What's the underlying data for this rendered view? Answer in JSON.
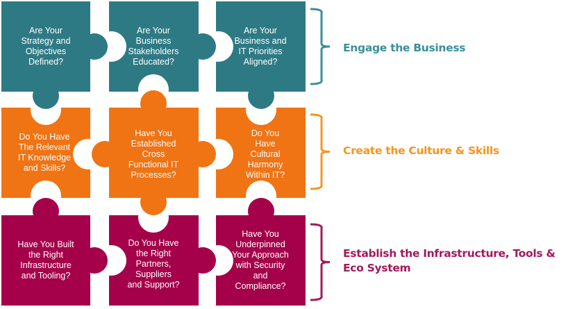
{
  "colors": {
    "engage": "#2e7a84",
    "culture": "#f07314",
    "infra": "#a5004a",
    "engage_label": "#3a8f9a",
    "culture_label": "#f7941d",
    "infra_label": "#a3195b"
  },
  "rows": [
    {
      "group": "engage",
      "label": "Engage the Business",
      "pieces": [
        "Are Your\nStrategy and\nObjectives\nDefined?",
        "Are Your\nBusiness\nStakeholders\nEducated?",
        "Are Your\nBusiness and\nIT Priorities\nAligned?"
      ]
    },
    {
      "group": "culture",
      "label": "Create the Culture & Skills",
      "pieces": [
        "Do You Have\nThe Relevant\nIT Knowledge\nand Skills?",
        "Have You\nEstablished\nCross\nFunctional IT\nProcesses?",
        "Do You\nHave\nCultural\nHarmony\nWithin IT?"
      ]
    },
    {
      "group": "infra",
      "label": "Establish the Infrastructure, Tools & Eco System",
      "pieces": [
        "Have You Built\nthe Right\nInfrastructure\nand Tooling?",
        "Do You Have\nthe Right\nPartners,\nSuppliers\nand Support?",
        "Have You\nUnderpinned\nYour Approach\nwith Security\nand\nCompliance?"
      ]
    }
  ]
}
